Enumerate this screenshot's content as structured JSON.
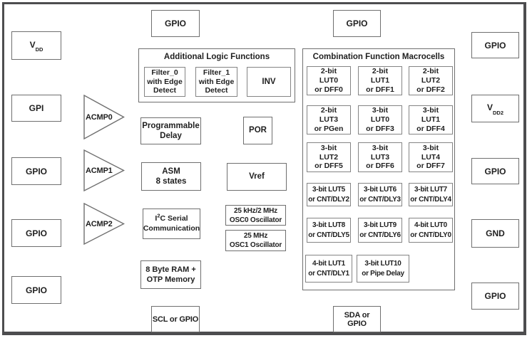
{
  "pins": {
    "left": [
      {
        "label_main": "V",
        "label_sub": "DD"
      },
      {
        "label": "GPI"
      },
      {
        "label": "GPIO"
      },
      {
        "label": "GPIO"
      },
      {
        "label": "GPIO"
      }
    ],
    "top": [
      {
        "label": "GPIO"
      },
      {
        "label": "GPIO"
      }
    ],
    "right": [
      {
        "label": "GPIO"
      },
      {
        "label_main": "V",
        "label_sub": "DD2"
      },
      {
        "label": "GPIO"
      },
      {
        "label": "GND"
      },
      {
        "label": "GPIO"
      }
    ],
    "bottom": [
      {
        "label": "SCL or GPIO"
      },
      {
        "label": "SDA or GPIO"
      }
    ]
  },
  "comparators": [
    {
      "label": "ACMP0"
    },
    {
      "label": "ACMP1"
    },
    {
      "label": "ACMP2"
    }
  ],
  "additional_logic": {
    "title": "Additional Logic Functions",
    "blocks": [
      {
        "lines": [
          "Filter_0",
          "with Edge",
          "Detect"
        ]
      },
      {
        "lines": [
          "Filter_1",
          "with Edge",
          "Detect"
        ]
      },
      {
        "lines": [
          "INV"
        ]
      }
    ]
  },
  "center_blocks": {
    "programmable_delay": {
      "lines": [
        "Programmable",
        "Delay"
      ]
    },
    "por": {
      "label": "POR"
    },
    "asm": {
      "lines": [
        "ASM",
        "8 states"
      ]
    },
    "vref": {
      "label": "Vref"
    },
    "i2c": {
      "pre": "I",
      "sup": "2",
      "post": "C Serial",
      "line2": "Communication"
    },
    "osc0": {
      "lines": [
        "25 kHz/2 MHz",
        "OSC0 Oscillator"
      ]
    },
    "osc1": {
      "lines": [
        "25 MHz",
        "OSC1 Oscillator"
      ]
    },
    "ram": {
      "lines": [
        "8 Byte RAM +",
        "OTP Memory"
      ]
    }
  },
  "macrocells": {
    "title": "Combination Function Macrocells",
    "rows": [
      [
        [
          "2-bit",
          "LUT0",
          "or DFF0"
        ],
        [
          "2-bit",
          "LUT1",
          "or DFF1"
        ],
        [
          "2-bit",
          "LUT2",
          "or DFF2"
        ]
      ],
      [
        [
          "2-bit",
          "LUT3",
          "or PGen"
        ],
        [
          "3-bit",
          "LUT0",
          "or DFF3"
        ],
        [
          "3-bit",
          "LUT1",
          "or DFF4"
        ]
      ],
      [
        [
          "3-bit",
          "LUT2",
          "or DFF5"
        ],
        [
          "3-bit",
          "LUT3",
          "or DFF6"
        ],
        [
          "3-bit",
          "LUT4",
          "or DFF7"
        ]
      ],
      [
        [
          "3-bit LUT5",
          "or CNT/DLY2"
        ],
        [
          "3-bit LUT6",
          "or CNT/DLY3"
        ],
        [
          "3-bit LUT7",
          "or CNT/DLY4"
        ]
      ],
      [
        [
          "3-bit LUT8",
          "or CNT/DLY5"
        ],
        [
          "3-bit LUT9",
          "or CNT/DLY6"
        ],
        [
          "4-bit LUT0",
          "or CNT/DLY0"
        ]
      ],
      [
        [
          "4-bit LUT1",
          "or CNT/DLY1"
        ],
        [
          "3-bit LUT10",
          "or Pipe Delay"
        ]
      ]
    ]
  },
  "colors": {
    "frame_border": "#4d4d4f",
    "box_border": "#6f6f6f",
    "cell_border": "#848484",
    "text": "#1f1f1f",
    "background": "#ffffff"
  }
}
